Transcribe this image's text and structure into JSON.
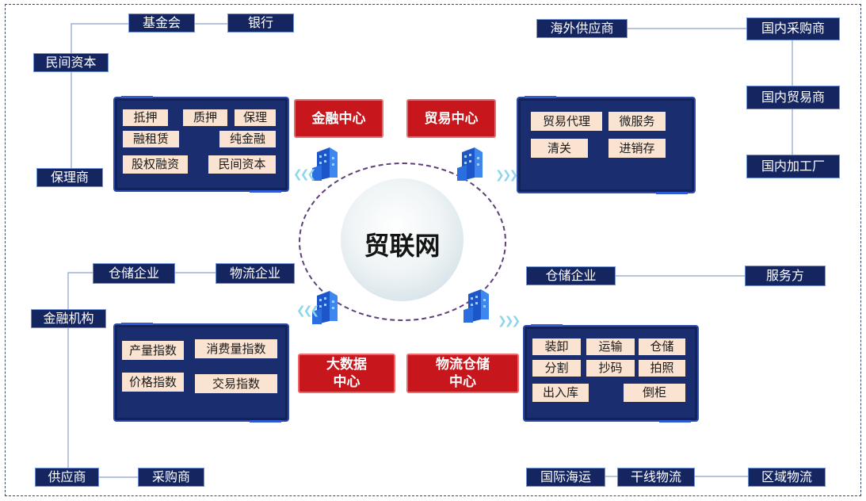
{
  "center": {
    "title": "贸联网"
  },
  "hubs": {
    "finance": "金融中心",
    "trade": "贸易中心",
    "bigdata": "大数据\n中心",
    "logistics": "物流仓储\n中心"
  },
  "finance_panel": [
    "抵押",
    "质押",
    "保理",
    "融租赁",
    "纯金融",
    "股权融资",
    "民间资本"
  ],
  "trade_panel": [
    "贸易代理",
    "微服务",
    "清关",
    "进销存"
  ],
  "bigdata_panel": [
    "产量指数",
    "消费量指数",
    "价格指数",
    "交易指数"
  ],
  "logistics_panel": [
    "装卸",
    "运输",
    "仓储",
    "分割",
    "抄码",
    "拍照",
    "出入库",
    "倒柜"
  ],
  "tags_top_left": {
    "foundation": "基金会",
    "bank": "银行",
    "private_capital": "民间资本",
    "factor": "保理商"
  },
  "tags_top_right": {
    "overseas_supplier": "海外供应商",
    "domestic_buyer": "国内采购商",
    "domestic_trader": "国内贸易商",
    "domestic_factory": "国内加工厂"
  },
  "tags_bottom_left": {
    "warehouse": "仓储企业",
    "logistics_company": "物流企业",
    "financial_institution": "金融机构",
    "supplier": "供应商",
    "purchaser": "采购商"
  },
  "tags_bottom_right": {
    "warehouse": "仓储企业",
    "service_provider": "服务方",
    "intl_shipping": "国际海运",
    "trunk_logistics": "干线物流",
    "regional_logistics": "区域物流"
  },
  "colors": {
    "tag_bg": "#142560",
    "panel_bg": "#1a2d6e",
    "chip_bg": "#fbe3d2",
    "hub_red": "#c8171c",
    "line": "#8aa2c8"
  }
}
